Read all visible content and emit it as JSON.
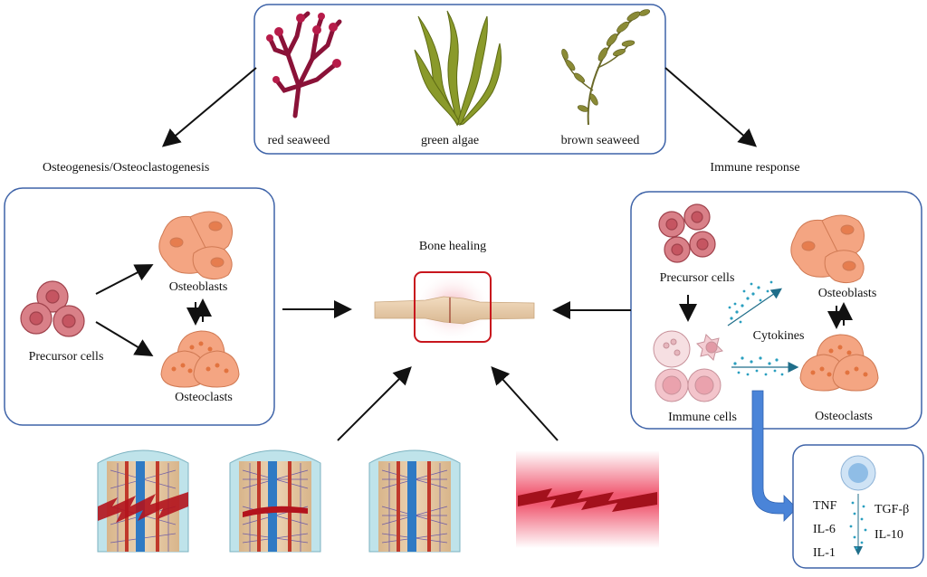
{
  "seaweeds": {
    "red": "red seaweed",
    "green": "green algae",
    "brown": "brown seaweed"
  },
  "left_panel": {
    "heading": "Osteogenesis/Osteoclastogenesis",
    "precursor": "Precursor cells",
    "osteoblasts": "Osteoblasts",
    "osteoclasts": "Osteoclasts"
  },
  "center": {
    "title": "Bone healing"
  },
  "right_panel": {
    "heading": "Immune response",
    "precursor": "Precursor cells",
    "osteoblasts": "Osteoblasts",
    "cytokines": "Cytokines",
    "immune_cells": "Immune cells",
    "osteoclasts": "Osteoclasts"
  },
  "cytokine_box": {
    "left": [
      "TNF",
      "IL-6",
      "IL-1"
    ],
    "right": [
      "TGF-β",
      "IL-10"
    ]
  },
  "colors": {
    "panel_border": "#3e63a8",
    "arrow": "#111111",
    "cell_red": "#d4737b",
    "osteoblast": "#f2a27a",
    "bone_box": "#c8161d",
    "blue_arrow": "#4a84d8",
    "cytokine_dot": "#2a9fbf"
  }
}
